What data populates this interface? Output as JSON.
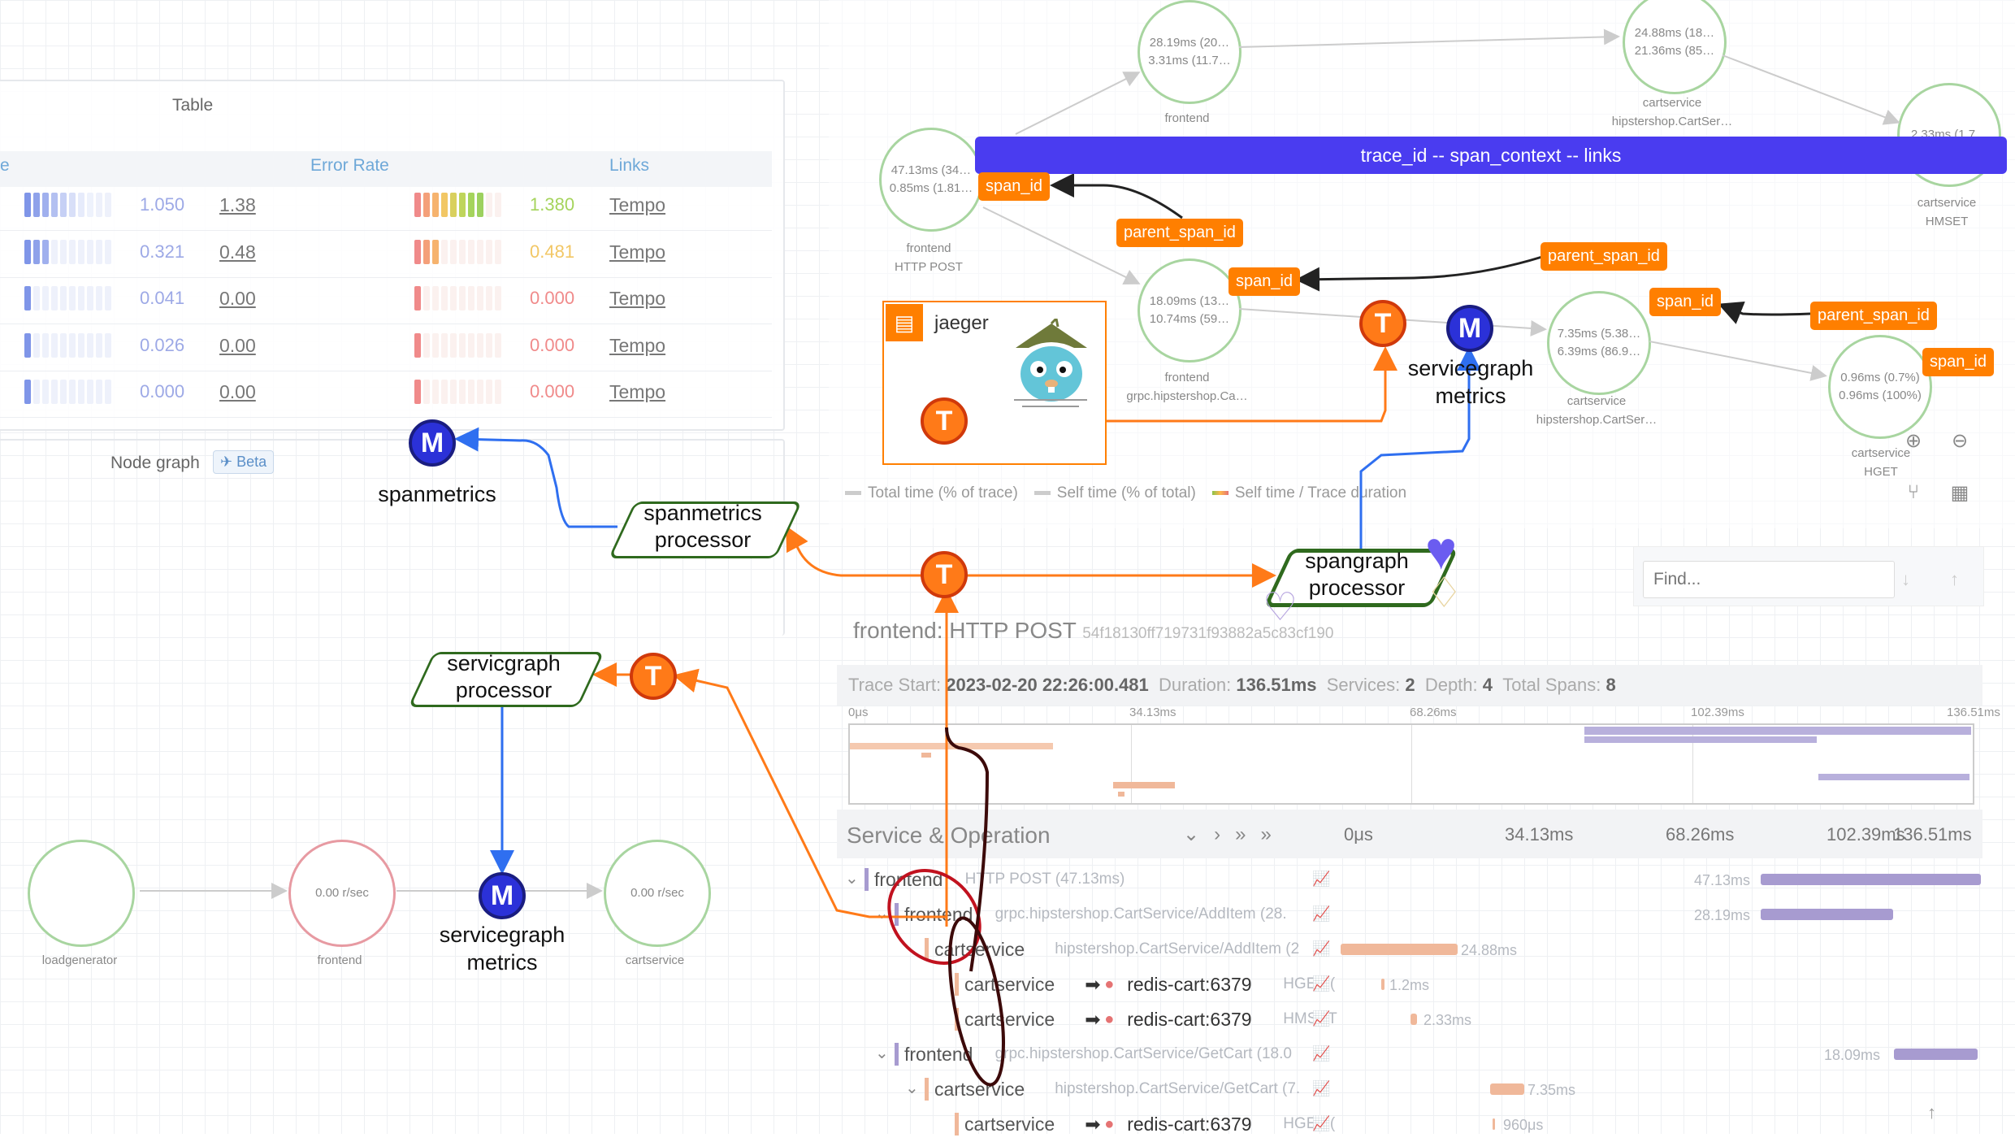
{
  "table": {
    "title": "Table",
    "col_error_rate": "Error Rate",
    "col_links": "Links",
    "rows": [
      {
        "rate": "1.050",
        "p": "1.38",
        "err": "1.380",
        "link": "Tempo"
      },
      {
        "rate": "0.321",
        "p": "0.48",
        "err": "0.481",
        "link": "Tempo"
      },
      {
        "rate": "0.041",
        "p": "0.00",
        "err": "0.000",
        "link": "Tempo"
      },
      {
        "rate": "0.026",
        "p": "0.00",
        "err": "0.000",
        "link": "Tempo"
      },
      {
        "rate": "0.000",
        "p": "0.00",
        "err": "0.000",
        "link": "Tempo"
      }
    ]
  },
  "node_graph": {
    "label": "Node graph",
    "badge": "Beta"
  },
  "left_graph": {
    "nodes": [
      {
        "label": "loadgenerator",
        "value": ""
      },
      {
        "label": "frontend",
        "value": "0.00 r/sec"
      },
      {
        "label": "cartservice",
        "value": "0.00 r/sec"
      }
    ]
  },
  "annotations": {
    "spanmetrics": "spanmetrics",
    "spanmetrics_processor": [
      "spanmetrics",
      "processor"
    ],
    "servicegraph_processor": [
      "servicgraph",
      "processor"
    ],
    "servicegraph_metrics_left": [
      "servicegraph",
      "metrics"
    ],
    "servicegraph_metrics_right": [
      "servicegraph",
      "metrics"
    ],
    "spangraph_processor": [
      "spangraph",
      "processor"
    ],
    "jaeger": "jaeger",
    "banner": "trace_id    --    span_context  --  links",
    "tags": {
      "span_id": "span_id",
      "parent_span_id": "parent_span_id"
    }
  },
  "trace_graph": {
    "nodes": [
      {
        "l1": "47.13ms (34…",
        "l2": "0.85ms (1.81…",
        "name1": "frontend",
        "name2": "HTTP POST"
      },
      {
        "l1": "28.19ms (20…",
        "l2": "3.31ms (11.7…",
        "name1": "frontend",
        "name2": ""
      },
      {
        "l1": "18.09ms (13…",
        "l2": "10.74ms (59…",
        "name1": "frontend",
        "name2": "grpc.hipstershop.Ca…"
      },
      {
        "l1": "24.88ms (18…",
        "l2": "21.36ms (85…",
        "name1": "cartservice",
        "name2": "hipstershop.CartSer…"
      },
      {
        "l1": "7.35ms (5.38…",
        "l2": "6.39ms (86.9…",
        "name1": "cartservice",
        "name2": "hipstershop.CartSer…"
      },
      {
        "l1": "2.33ms (1.7…",
        "l2": "",
        "name1": "cartservice",
        "name2": "HMSET"
      },
      {
        "l1": "0.96ms (0.7%)",
        "l2": "0.96ms (100%)",
        "name1": "cartservice",
        "name2": "HGET"
      }
    ],
    "legend": [
      "Total time (% of trace)",
      "Self time (% of total)",
      "Self time / Trace duration"
    ]
  },
  "find": {
    "placeholder": "Find..."
  },
  "trace": {
    "title": "frontend: HTTP POST",
    "trace_id": "54f18130ff719731f93882a5c83cf190",
    "start_label": "Trace Start:",
    "start_value": "2023-02-20 22:26:00.481",
    "duration_label": "Duration:",
    "duration_value": "136.51ms",
    "services_label": "Services:",
    "services_value": "2",
    "depth_label": "Depth:",
    "depth_value": "4",
    "spans_label": "Total Spans:",
    "spans_value": "8",
    "ticks": [
      "0μs",
      "34.13ms",
      "68.26ms",
      "102.39ms",
      "136.51ms"
    ],
    "header_label": "Service & Operation",
    "header_ticks": [
      "0μs",
      "34.13ms",
      "68.26ms",
      "102.39ms",
      "136.51ms"
    ],
    "rows": [
      {
        "svc": "frontend",
        "op": "HTTP POST (47.13ms)",
        "dur": "47.13ms"
      },
      {
        "svc": "frontend",
        "op": "grpc.hipstershop.CartService/AddItem (28.",
        "dur": "28.19ms"
      },
      {
        "svc": "cartservice",
        "op": "hipstershop.CartService/AddItem (2",
        "dur": "24.88ms"
      },
      {
        "svc": "cartservice",
        "peer": "redis-cart:6379",
        "op": "HGET (",
        "dur": "1.2ms"
      },
      {
        "svc": "cartservice",
        "peer": "redis-cart:6379",
        "op": "HMSET",
        "dur": "2.33ms"
      },
      {
        "svc": "frontend",
        "op": "grpc.hipstershop.CartService/GetCart (18.0",
        "dur": "18.09ms"
      },
      {
        "svc": "cartservice",
        "op": "hipstershop.CartService/GetCart (7.",
        "dur": "7.35ms"
      },
      {
        "svc": "cartservice",
        "peer": "redis-cart:6379",
        "op": "HGET (",
        "dur": "960μs"
      }
    ]
  },
  "colors": {
    "purple_span": "#a79bd0",
    "orange_span": "#f0b89a",
    "accent_orange": "#ff7f00",
    "banner_blue": "#4a3cf0"
  }
}
